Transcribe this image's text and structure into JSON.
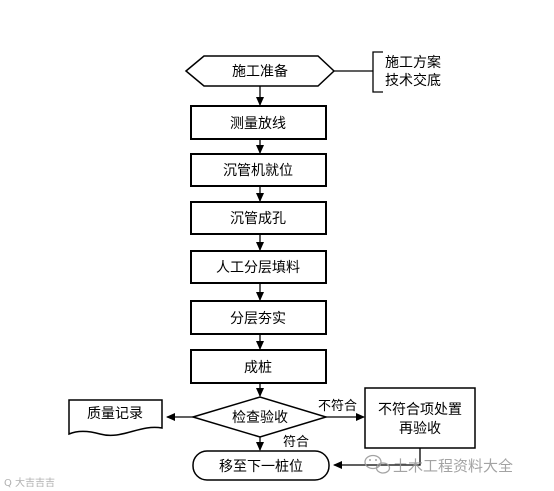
{
  "flowchart": {
    "start": "施工准备",
    "note_line1": "施工方案",
    "note_line2": "技术交底",
    "steps": [
      "测量放线",
      "沉管机就位",
      "沉管成孔",
      "人工分层填料",
      "分层夯实",
      "成桩"
    ],
    "decision": "检查验收",
    "record": "质量记录",
    "fail_label": "不符合",
    "pass_label": "符合",
    "rework_line1": "不符合项处置",
    "rework_line2": "再验收",
    "end": "移至下一桩位"
  },
  "watermark": {
    "text": "土木工程资料大全",
    "icon": "wechat-icon",
    "corner": "Q 大吉吉吉"
  }
}
